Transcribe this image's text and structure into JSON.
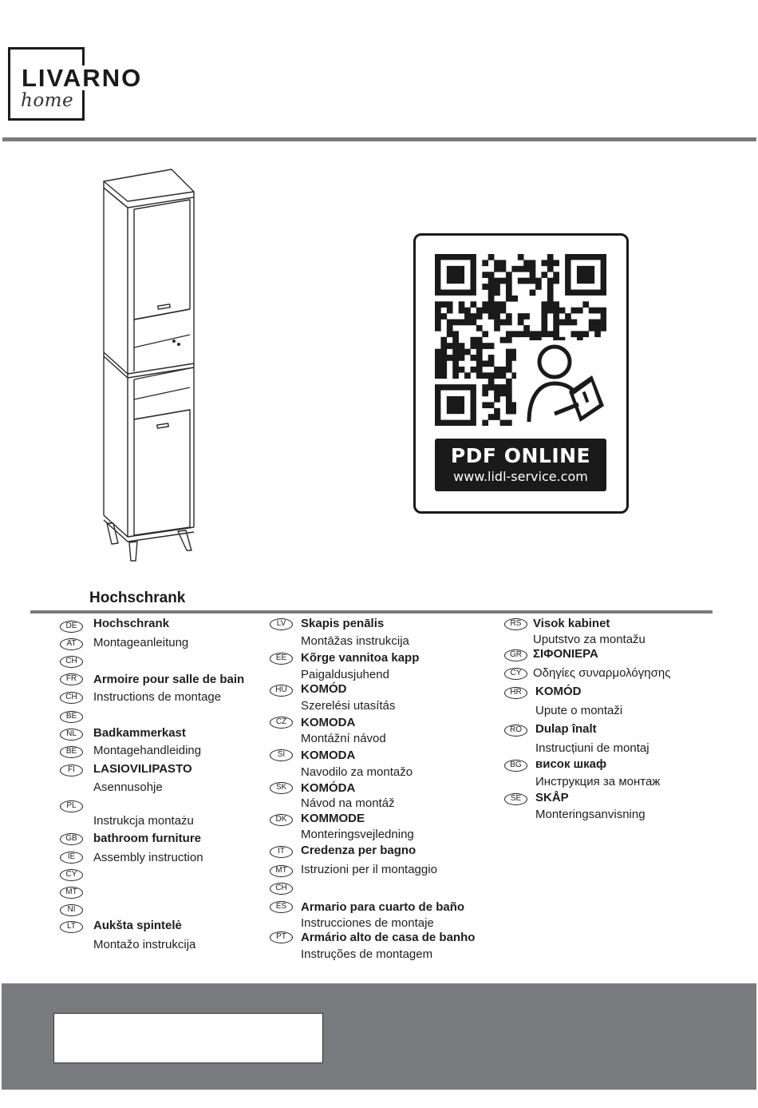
{
  "brand": {
    "name": "LIVARNO",
    "subline": "home"
  },
  "qr": {
    "title": "PDF ONLINE",
    "url": "www.lidl-service.com"
  },
  "product": {
    "title": "Hochschrank"
  },
  "entries": [
    {
      "code": "DE",
      "title": "Hochschrank",
      "subtitle": ""
    },
    {
      "code": "AT",
      "title": "",
      "subtitle": "Montageanleitung"
    },
    {
      "code": "CH",
      "title": "",
      "subtitle": ""
    },
    {
      "code": "FR",
      "title": "Armoire pour salle de bain",
      "subtitle": ""
    },
    {
      "code": "CH",
      "title": "",
      "subtitle": "Instructions de montage"
    },
    {
      "code": "BE",
      "title": "",
      "subtitle": ""
    },
    {
      "code": "NL",
      "title": "Badkammerkast",
      "subtitle": ""
    },
    {
      "code": "BE",
      "title": "",
      "subtitle": "Montagehandleiding"
    },
    {
      "code": "FI",
      "title": "LASIOVILIPASTO",
      "subtitle": "Asennusohje"
    },
    {
      "code": "PL",
      "title": "",
      "subtitle": "Instrukcja montażu"
    },
    {
      "code": "GB",
      "title": "bathroom furniture",
      "subtitle": ""
    },
    {
      "code": "IE",
      "title": "",
      "subtitle": "Assembly instruction"
    },
    {
      "code": "CY",
      "title": "",
      "subtitle": ""
    },
    {
      "code": "MT",
      "title": "",
      "subtitle": ""
    },
    {
      "code": "NI",
      "title": "",
      "subtitle": ""
    },
    {
      "code": "LT",
      "title": "Aukšta spintelė",
      "subtitle": "Montažo instrukcija"
    },
    {
      "code": "LV",
      "title": "Skapis penālis",
      "subtitle": "Montāžas instrukcija"
    },
    {
      "code": "EE",
      "title": "Kõrge vannitoa kapp",
      "subtitle": "Paigaldusjuhend"
    },
    {
      "code": "HU",
      "title": "KOMÓD",
      "subtitle": "Szerelési utasítás"
    },
    {
      "code": "CZ",
      "title": "KOMODA",
      "subtitle": "Montážní návod"
    },
    {
      "code": "SI",
      "title": "KOMODA",
      "subtitle": "Navodilo za montažo"
    },
    {
      "code": "SK",
      "title": "KOMÓDA",
      "subtitle": "Návod na montáž"
    },
    {
      "code": "DK",
      "title": "KOMMODE",
      "subtitle": "Monteringsvejledning"
    },
    {
      "code": "IT",
      "title": "Credenza per bagno",
      "subtitle": ""
    },
    {
      "code": "MT",
      "title": "",
      "subtitle": "Istruzioni per il montaggio"
    },
    {
      "code": "CH",
      "title": "",
      "subtitle": ""
    },
    {
      "code": "ES",
      "title": "Armario para cuarto de baño",
      "subtitle": "Instrucciones de montaje"
    },
    {
      "code": "PT",
      "title": "Armário alto de casa de banho",
      "subtitle": "Instruções de montagem"
    },
    {
      "code": "RS",
      "title": "Visok kabinet",
      "subtitle": "Uputstvo za montažu"
    },
    {
      "code": "GR",
      "title": "ΣΙΦΟΝΙΕΡΑ",
      "subtitle": ""
    },
    {
      "code": "CY",
      "title": "",
      "subtitle": "Οδηγίες συναρμολόγησης"
    },
    {
      "code": "HR",
      "title": "KOMÓD",
      "subtitle": "Upute o montaži"
    },
    {
      "code": "RO",
      "title": "Dulap înalt",
      "subtitle": "Instrucțiuni de montaj"
    },
    {
      "code": "BG",
      "title": "висок шкаф",
      "subtitle": "Инструкция за монтаж"
    },
    {
      "code": "SE",
      "title": "SKÅP",
      "subtitle": "Monteringsanvisning"
    }
  ],
  "colors": {
    "rule": "#797b7f",
    "ink": "#1e1e1e",
    "footer": "#797b7f"
  }
}
